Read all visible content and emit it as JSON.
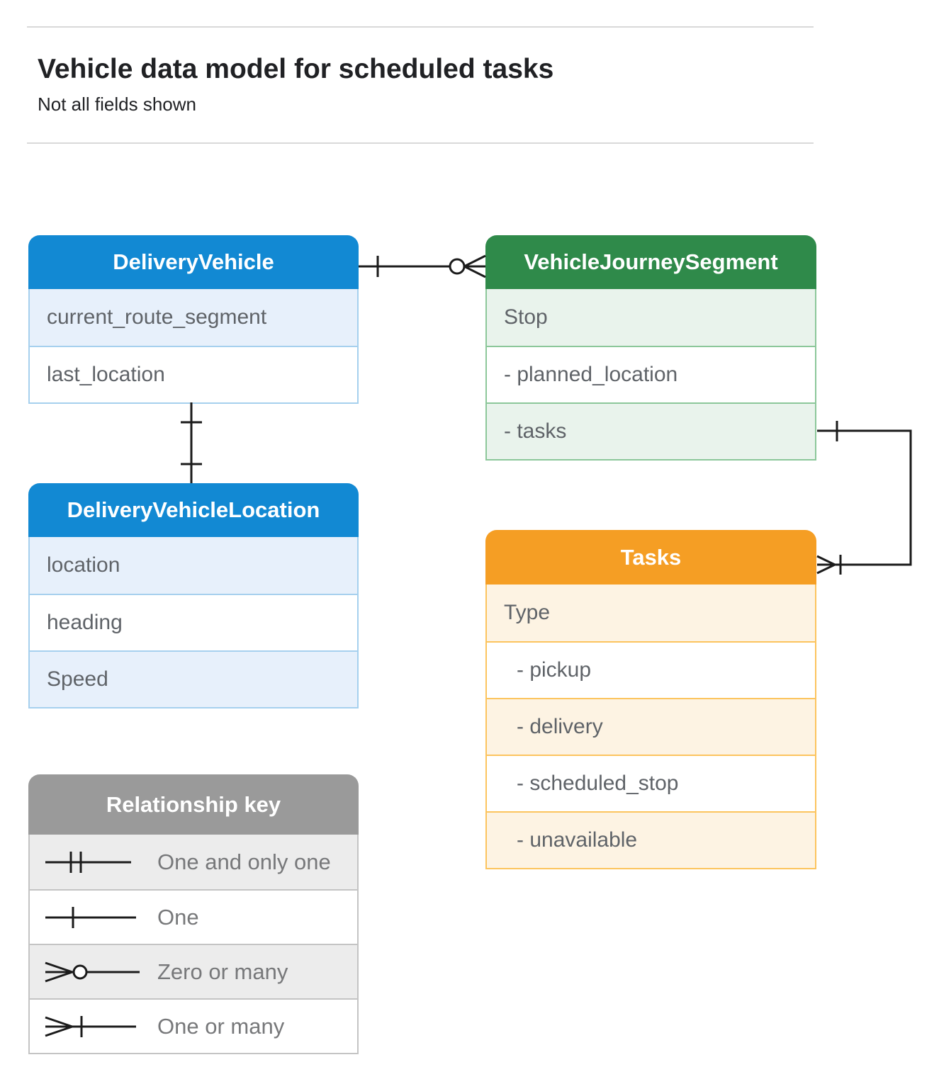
{
  "header": {
    "title": "Vehicle data model for scheduled tasks",
    "subtitle": "Not all fields shown"
  },
  "entities": {
    "delivery_vehicle": {
      "title": "DeliveryVehicle",
      "rows": [
        "current_route_segment",
        "last_location"
      ],
      "header_color": "#1289d3",
      "row_tint": "#e7f0fb",
      "border_color": "#a6d0ee"
    },
    "vehicle_journey_segment": {
      "title": "VehicleJourneySegment",
      "rows": [
        "Stop",
        "- planned_location",
        "- tasks"
      ],
      "header_color": "#2f8a4a",
      "row_tint": "#e9f3ec",
      "border_color": "#8cc79a"
    },
    "delivery_vehicle_location": {
      "title": "DeliveryVehicleLocation",
      "rows": [
        "location",
        "heading",
        "Speed"
      ],
      "header_color": "#1289d3",
      "row_tint": "#e7f0fb",
      "border_color": "#a6d0ee"
    },
    "tasks": {
      "title": "Tasks",
      "rows": [
        "Type",
        "- pickup",
        "- delivery",
        "- scheduled_stop",
        "- unavailable"
      ],
      "header_color": "#f59e24",
      "row_tint": "#fdf3e3",
      "border_color": "#fcc45e"
    }
  },
  "legend": {
    "title": "Relationship key",
    "items": [
      {
        "symbol": "one-and-only-one",
        "label": "One and only one"
      },
      {
        "symbol": "one",
        "label": "One"
      },
      {
        "symbol": "zero-or-many",
        "label": "Zero or many"
      },
      {
        "symbol": "one-or-many",
        "label": "One or many"
      }
    ],
    "header_color": "#9a9a9a",
    "row_tint": "#ececec",
    "border_color": "#c4c4c4"
  },
  "relationships": [
    {
      "from": "DeliveryVehicle",
      "from_cardinality": "One",
      "to": "VehicleJourneySegment",
      "to_cardinality": "Zero or many"
    },
    {
      "from": "DeliveryVehicle",
      "from_cardinality": "One",
      "to": "DeliveryVehicleLocation",
      "to_cardinality": "One"
    },
    {
      "from": "VehicleJourneySegment (tasks)",
      "from_cardinality": "One",
      "to": "Tasks",
      "to_cardinality": "One or many"
    }
  ],
  "colors": {
    "text_title": "#202124",
    "text_row": "#5f6368",
    "text_legend": "#77787a",
    "connector": "#1b1b1b",
    "divider": "#d9d9d9"
  }
}
